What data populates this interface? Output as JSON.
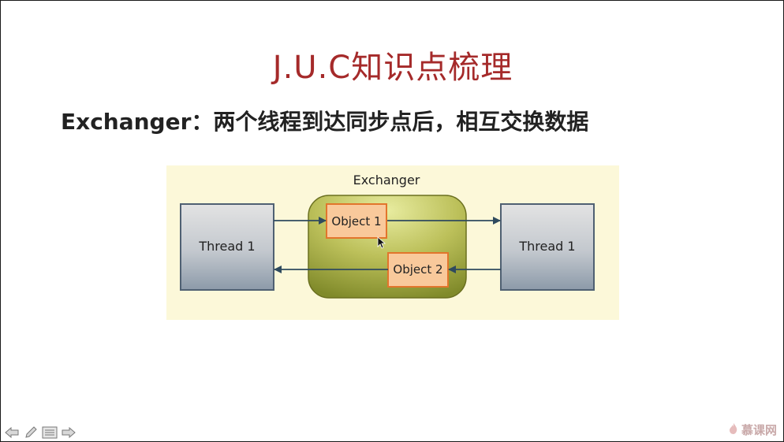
{
  "slide": {
    "title": "J.U.C知识点梳理",
    "subtitle": "Exchanger：两个线程到达同步点后，相互交换数据"
  },
  "diagram": {
    "exchanger_label": "Exchanger",
    "left_thread": "Thread 1",
    "right_thread": "Thread 1",
    "object1": "Object 1",
    "object2": "Object 2"
  },
  "toolbar": {
    "buttons": [
      "prev-arrow-icon",
      "pen-icon",
      "menu-icon",
      "next-arrow-icon"
    ]
  },
  "brand": {
    "name": "慕课网"
  },
  "colors": {
    "title": "#a52a2a",
    "diagram_bg": "#fcf8d9",
    "object_fill": "#f9c99b",
    "object_stroke": "#e2752c",
    "arrow": "#2f4a5e"
  }
}
